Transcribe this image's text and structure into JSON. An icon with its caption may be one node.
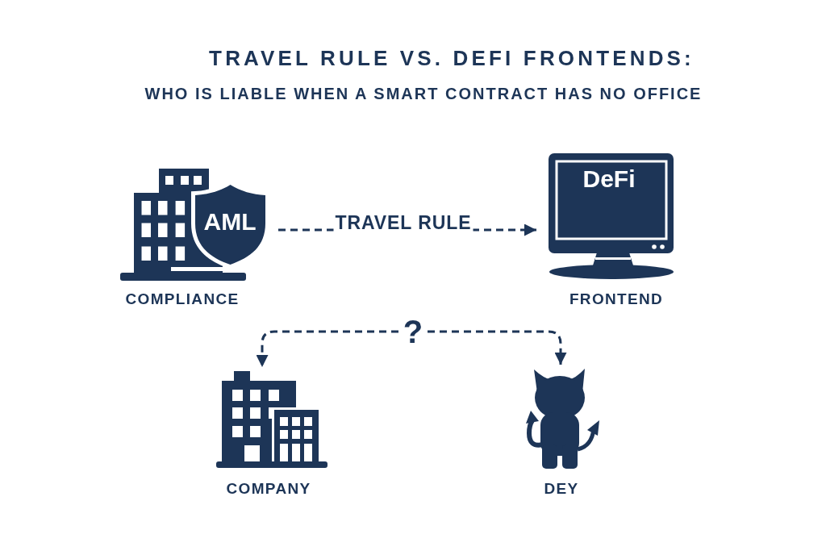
{
  "diagram": {
    "title": "TRAVEL RULE VS. DEFI FRONTENDS:",
    "nodes": [
      {
        "text": [
          "AML",
          "COMPLIANCE"
        ]
      },
      {
        "text": [
          "DeFi",
          "FRONTEND"
        ]
      },
      {
        "text": [
          "?"
        ]
      },
      {
        "text": [
          "COMPANY"
        ]
      },
      {
        "text": [
          "DEY"
        ]
      }
    ],
    "edges": [
      {
        "from": 0,
        "to": 1,
        "arrow": "to",
        "label": "TRAVEL RULE",
        "style": "dashed"
      },
      {
        "from": 2,
        "to": 3,
        "arrow": "to",
        "style": "dashed"
      },
      {
        "from": 2,
        "to": 4,
        "arrow": "to",
        "style": "dashed"
      }
    ],
    "labels": [
      "WHO IS LIABLE WHEN A SMART CONTRACT HAS NO OFFICE"
    ]
  }
}
